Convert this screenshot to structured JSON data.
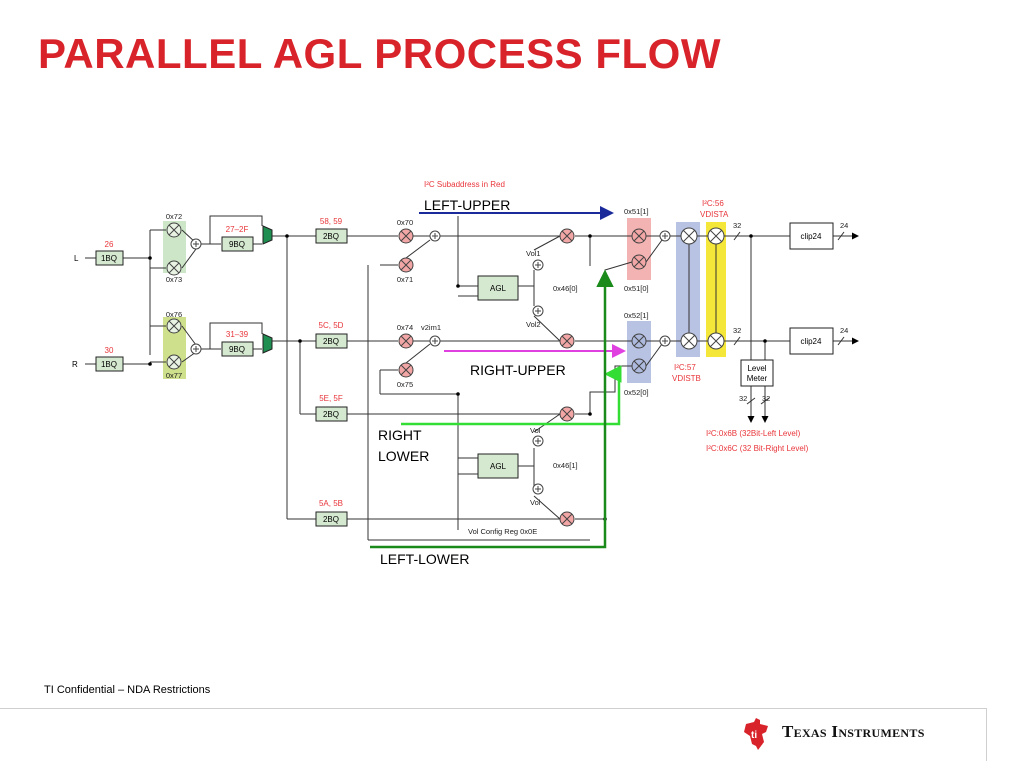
{
  "title": "PARALLEL AGL PROCESS FLOW",
  "footer": {
    "confidential": "TI Confidential – NDA Restrictions",
    "company": "Texas Instruments"
  },
  "colors": {
    "title_red": "#d8232a",
    "left_upper_arrow": "#1a2a9a",
    "right_upper_arrow": "#e040e0",
    "right_lower_arrow": "#33dd33",
    "left_lower_arrow": "#1a8a1a"
  },
  "diagram": {
    "i2c_note": "I²C Subaddress in Red",
    "inputs": {
      "left": "L",
      "right": "R"
    },
    "blocks": {
      "bq1": "1BQ",
      "bq9": "9BQ",
      "bq2": "2BQ",
      "agl": "AGL",
      "clip": "clip24",
      "level_meter_1": "Level",
      "level_meter_2": "Meter"
    },
    "labels": {
      "r26": "26",
      "r30": "30",
      "r27_2f": "27–2F",
      "r31_39": "31–39",
      "r58_59": "58, 59",
      "r5c_5d": "5C, 5D",
      "r5e_5f": "5E, 5F",
      "r5a_5b": "5A, 5B",
      "x72": "0x72",
      "x73": "0x73",
      "x76": "0x76",
      "x77": "0x77",
      "x70": "0x70",
      "x71": "0x71",
      "x74": "0x74",
      "v2im1": "v2im1",
      "x75": "0x75",
      "vol1": "Vol1",
      "vol2": "Vol2",
      "vol": "Vol",
      "x46_0": "0x46[0]",
      "x46_1": "0x46[1]",
      "x51_1": "0x51[1]",
      "x51_0": "0x51[0]",
      "x52_1": "0x52[1]",
      "x52_0": "0x52[0]",
      "i2c56": "I²C:56",
      "vdista": "VDISTA",
      "i2c57": "I²C:57",
      "vdistb": "VDISTB",
      "n32": "32",
      "n24": "24",
      "vol_config": "Vol Config Reg 0x0E",
      "i2c6b": "I²C:0x6B (32Bit-Left Level)",
      "i2c6c": "I²C:0x6C (32 Bit-Right Level)"
    },
    "annotations": {
      "left_upper": "LEFT-UPPER",
      "right_upper": "RIGHT-UPPER",
      "right_lower_1": "RIGHT",
      "right_lower_2": "LOWER",
      "left_lower": "LEFT-LOWER"
    }
  }
}
